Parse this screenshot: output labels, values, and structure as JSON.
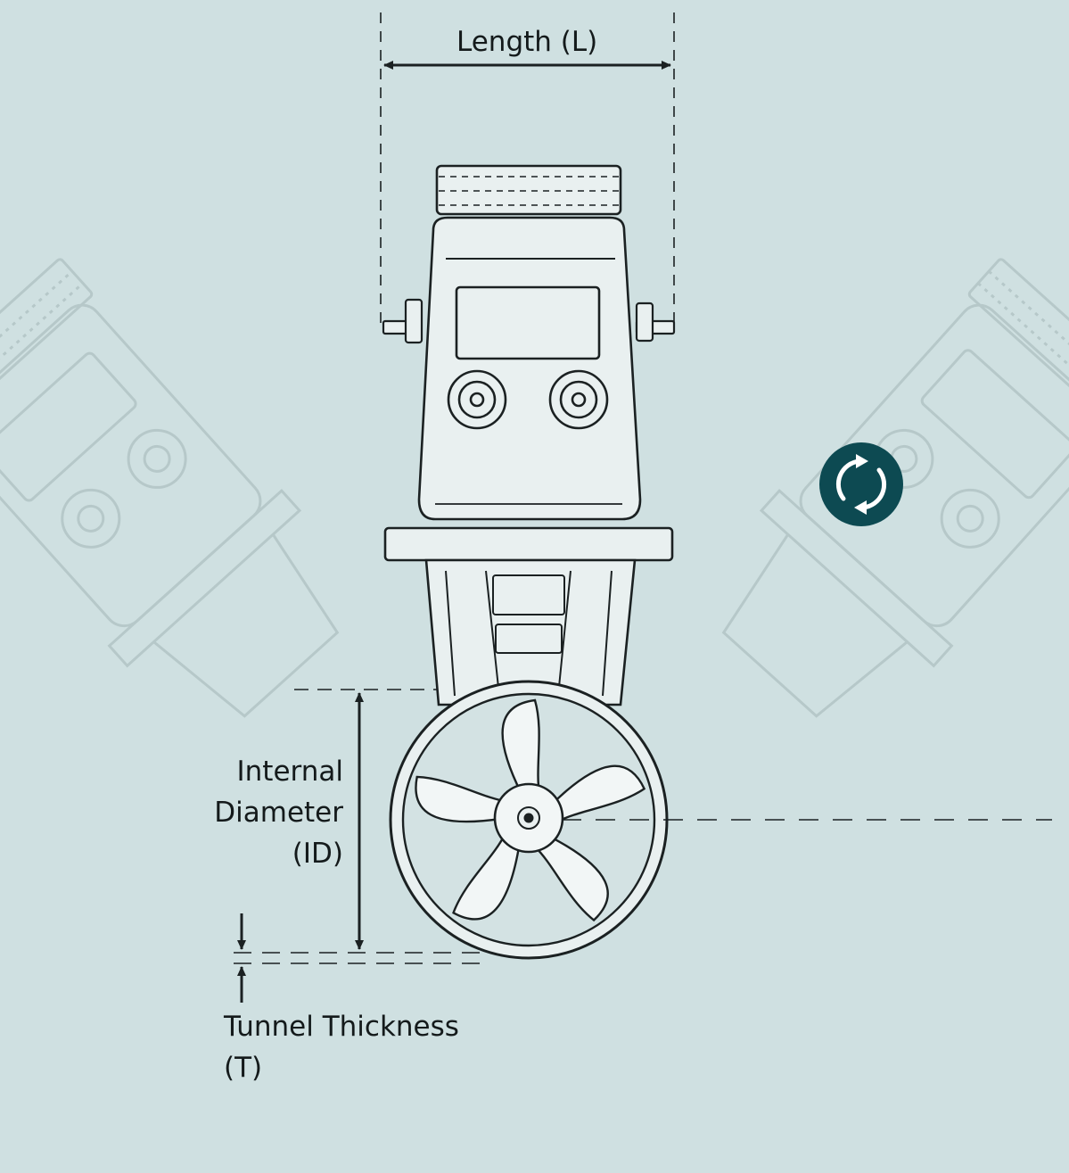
{
  "colors": {
    "background": "#cfe0e1",
    "line": "#1b2122",
    "ghost_line": "#b6c8c9",
    "rotate_button": "#0d4a52",
    "rotate_icon": "#ffffff"
  },
  "labels": {
    "length": "Length (L)",
    "internal_diameter": [
      "Internal",
      "Diameter",
      "(ID)"
    ],
    "tunnel_thickness": [
      "Tunnel Thickness",
      "(T)"
    ]
  },
  "icons": {
    "rotate": "rotate-view-icon"
  }
}
